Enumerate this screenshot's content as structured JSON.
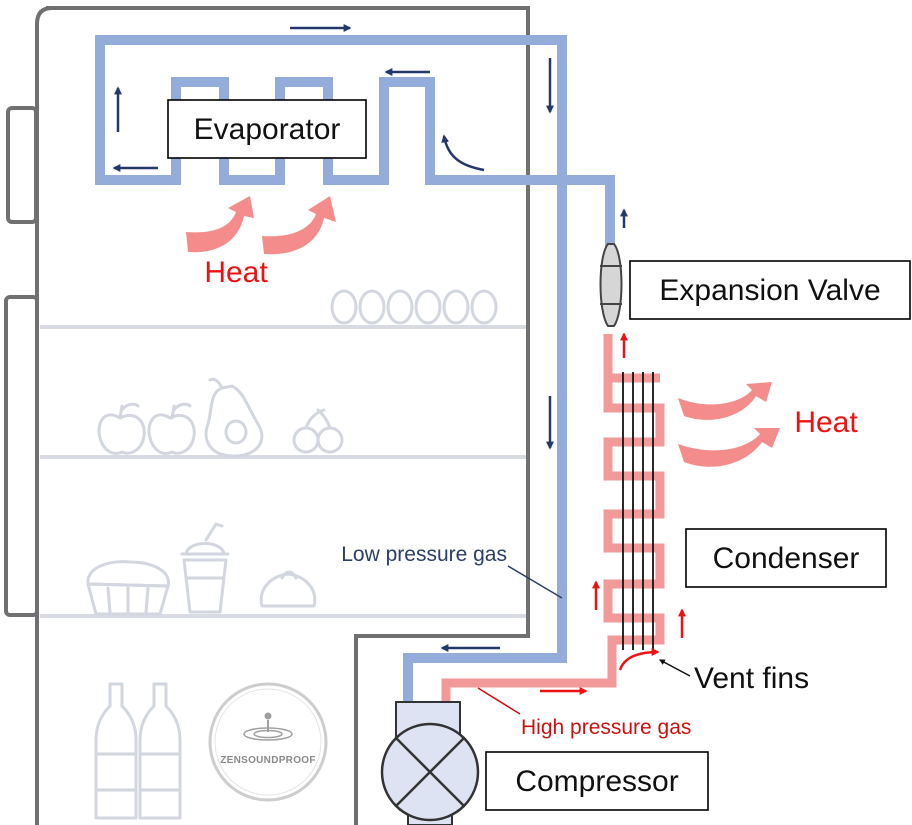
{
  "labels": {
    "evaporator": "Evaporator",
    "expansion_valve": "Expansion Valve",
    "condenser": "Condenser",
    "compressor": "Compressor",
    "heat_absorbed": "Heat",
    "heat_released": "Heat",
    "low_pressure_gas": "Low pressure gas",
    "high_pressure_gas": "High pressure gas",
    "vent_fins": "Vent fins"
  },
  "logo": {
    "text": "ZENSOUNDPROOF"
  },
  "colors": {
    "low_pressure_line": "#94acd9",
    "high_pressure_line": "#f29a9a",
    "fridge_outline": "#707070",
    "shelf": "#d8dbe2",
    "heat_arrow": "#f58c8c",
    "flow_arrow_blue": "#24386b",
    "flow_arrow_red": "#ee1111",
    "heat_text": "#ee1111"
  },
  "icons": [
    "eggs-icon",
    "fruit-icon",
    "pie-icon",
    "drink-cup-icon",
    "bun-icon",
    "bottle-icon",
    "logo-seal"
  ]
}
